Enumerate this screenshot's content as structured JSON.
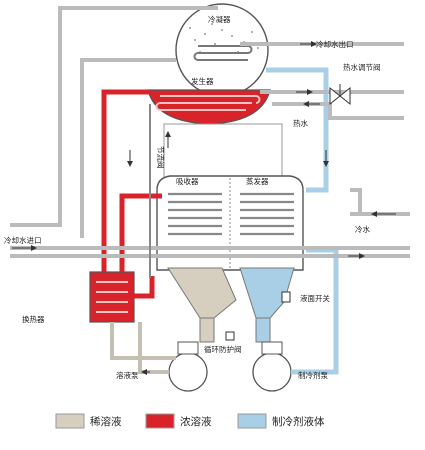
{
  "labels": {
    "condenser": "冷凝器",
    "cooling_water_outlet": "冷却水出口",
    "hot_water_control_valve": "热水调节阀",
    "generator": "发生器",
    "hot_water": "热水",
    "throttle_valve": "节流阀",
    "absorber": "吸收器",
    "evaporator": "蒸发器",
    "cooling_water_inlet": "冷却水进口",
    "chilled_water": "冷水",
    "heat_exchanger": "换热器",
    "level_switch": "液面开关",
    "anti_crystallization_valve": "循环防护阀",
    "solution_pump": "溶液泵",
    "refrigerant_pump": "制冷剂泵"
  },
  "legend": [
    {
      "label": "稀溶液",
      "color": "#d6cfbf"
    },
    {
      "label": "浓溶液",
      "color": "#d9232a"
    },
    {
      "label": "制冷剂液体",
      "color": "#a8cfe6"
    }
  ],
  "colors": {
    "dilute": "#d6cfbf",
    "concentrated": "#d9232a",
    "refrigerant": "#a8cfe6",
    "outline": "#555555"
  }
}
